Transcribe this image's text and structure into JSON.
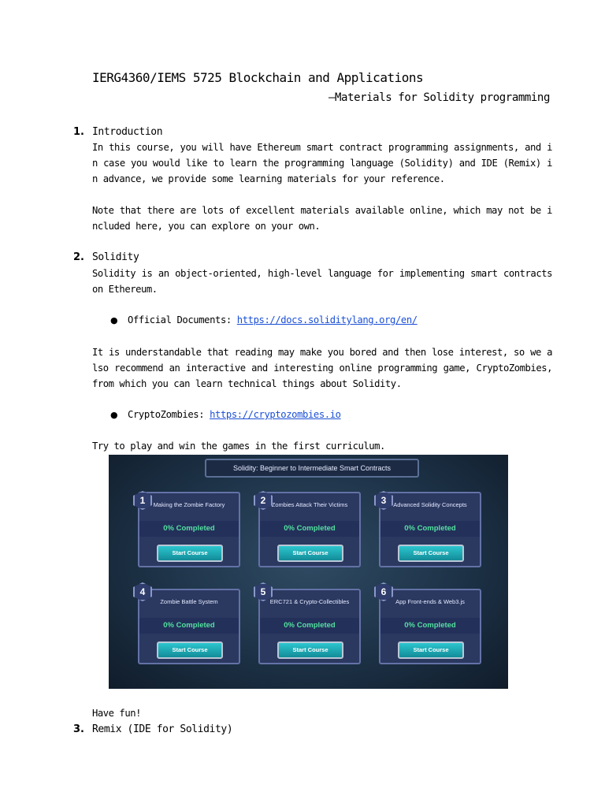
{
  "title": "IERG4360/IEMS 5725 Blockchain and Applications",
  "subtitle": "—Materials for Solidity programming",
  "sections": [
    {
      "number": "1.",
      "title": "Introduction",
      "paragraphs": [
        "In this course, you will have Ethereum smart contract programming assignments, and in case you would like to learn the programming language (Solidity) and IDE (Remix) in advance, we provide some learning materials for your reference.",
        "Note that there are lots of excellent materials available online, which may not be included here, you can explore on your own."
      ]
    },
    {
      "number": "2.",
      "title": "Solidity",
      "paragraphs": [
        "Solidity is an object-oriented, high-level language for implementing smart contracts on Ethereum.",
        "It is understandable that reading may make you bored and then lose interest, so we also recommend an interactive and interesting online programming game, CryptoZombies, from which you can learn technical things about Solidity.",
        "Try to play and win the games in the first curriculum.",
        "Have fun!"
      ],
      "bullets": [
        {
          "label": "Official Documents: ",
          "link": "https://docs.soliditylang.org/en/"
        },
        {
          "label": "CryptoZombies: ",
          "link": "https://cryptozombies.io"
        }
      ]
    },
    {
      "number": "3.",
      "title": "Remix (IDE for Solidity)"
    }
  ],
  "course_image": {
    "header": "Solidity: Beginner to Intermediate Smart Contracts",
    "courses": [
      {
        "number": "1",
        "name": "Making the Zombie Factory",
        "progress": "0% Completed",
        "button": "Start Course"
      },
      {
        "number": "2",
        "name": "Zombies Attack Their Victims",
        "progress": "0% Completed",
        "button": "Start Course"
      },
      {
        "number": "3",
        "name": "Advanced Solidity Concepts",
        "progress": "0% Completed",
        "button": "Start Course"
      },
      {
        "number": "4",
        "name": "Zombie Battle System",
        "progress": "0% Completed",
        "button": "Start Course"
      },
      {
        "number": "5",
        "name": "ERC721 & Crypto-Collectibles",
        "progress": "0% Completed",
        "button": "Start Course"
      },
      {
        "number": "6",
        "name": "App Front-ends & Web3.js",
        "progress": "0% Completed",
        "button": "Start Course"
      }
    ],
    "colors": {
      "progress": "#54e0a0",
      "button": "#1fb0bb",
      "card": "#2b3860"
    }
  }
}
